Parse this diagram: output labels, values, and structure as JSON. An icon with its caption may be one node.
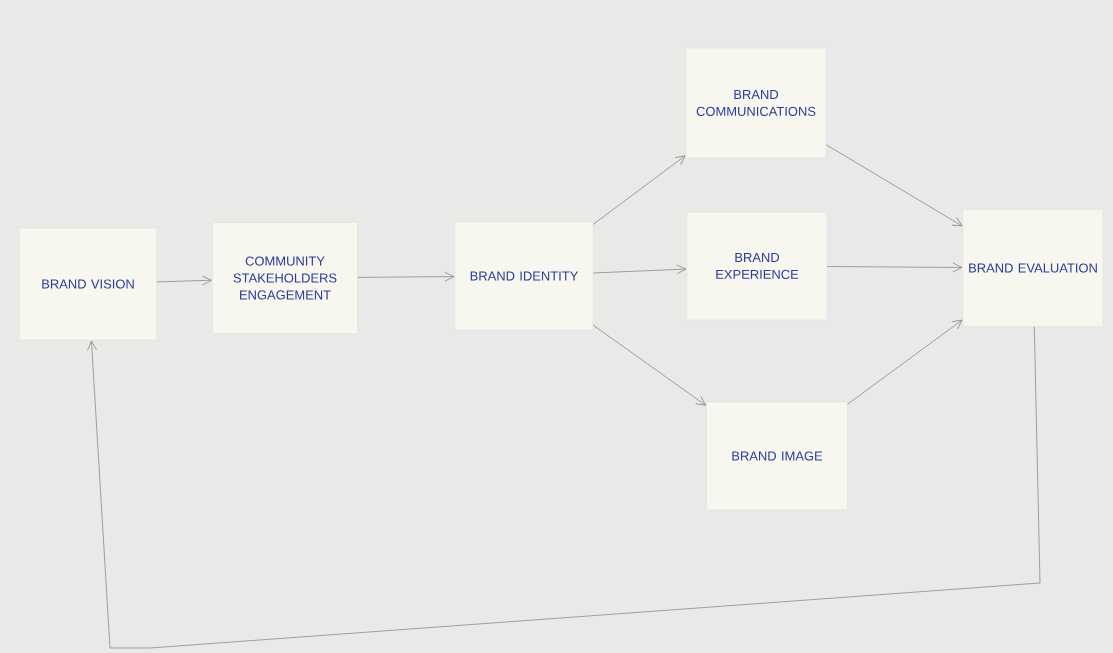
{
  "diagram": {
    "nodes": [
      {
        "text": [
          "BRAND VISION"
        ]
      },
      {
        "text": [
          "COMMUNITY STAKEHOLDERS ENGAGEMENT"
        ]
      },
      {
        "text": [
          "BRAND IDENTITY"
        ]
      },
      {
        "text": [
          "BRAND COMMUNICATIONS"
        ]
      },
      {
        "text": [
          "BRAND EXPERIENCE"
        ]
      },
      {
        "text": [
          "BRAND IMAGE"
        ]
      },
      {
        "text": [
          "BRAND EVALUATION"
        ]
      }
    ],
    "edges": [
      {
        "from": 0,
        "to": 1,
        "arrow": "to"
      },
      {
        "from": 1,
        "to": 2,
        "arrow": "to"
      },
      {
        "from": 2,
        "to": 3,
        "arrow": "to"
      },
      {
        "from": 2,
        "to": 4,
        "arrow": "to"
      },
      {
        "from": 2,
        "to": 5,
        "arrow": "to"
      },
      {
        "from": 3,
        "to": 6,
        "arrow": "to"
      },
      {
        "from": 4,
        "to": 6,
        "arrow": "to"
      },
      {
        "from": 5,
        "to": 6,
        "arrow": "to"
      },
      {
        "from": 6,
        "to": 0,
        "arrow": "to"
      }
    ]
  }
}
